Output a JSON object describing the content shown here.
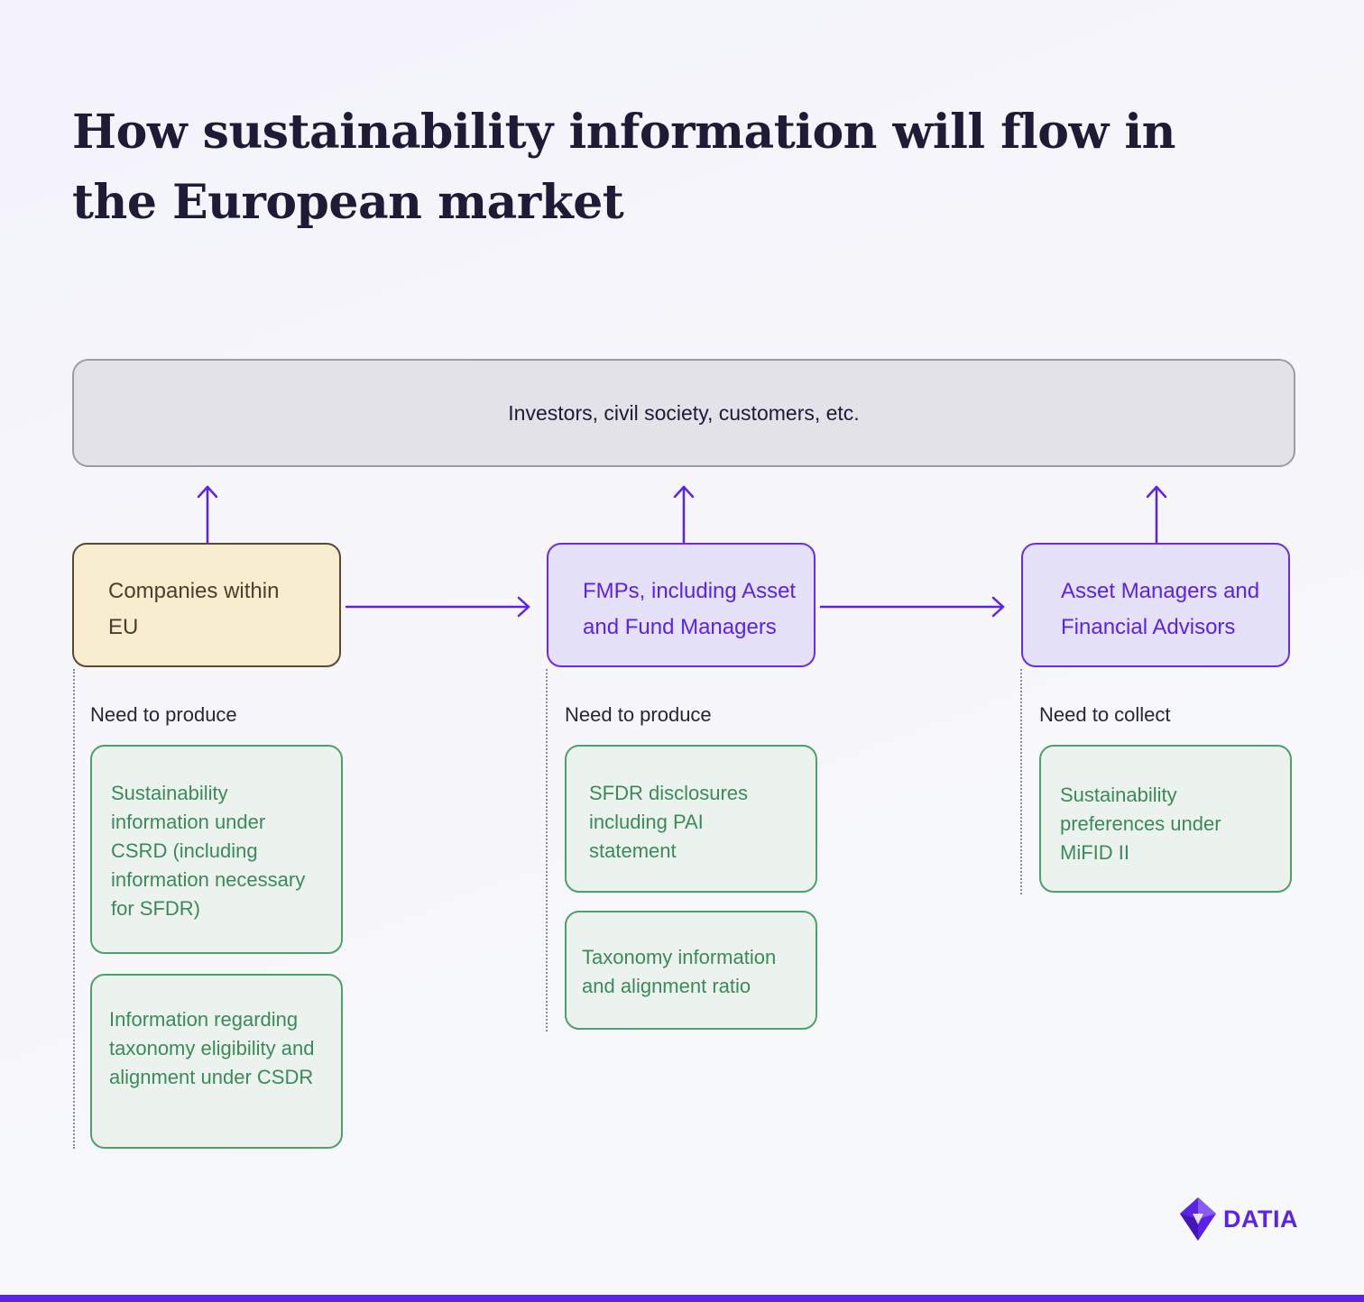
{
  "title": "How sustainability information will flow in the European market",
  "top_box": {
    "label": "Investors, civil society, customers, etc."
  },
  "columns": [
    {
      "node_label": "Companies within EU",
      "need_label": "Need to produce",
      "items": [
        "Sustainability information under CSRD (including information necessary for SFDR)",
        "Information regarding taxonomy eligibility and alignment under CSDR"
      ]
    },
    {
      "node_label": "FMPs, including Asset and Fund Managers",
      "need_label": "Need to produce",
      "items": [
        "SFDR disclosures including PAI statement",
        "Taxonomy information and alignment ratio"
      ]
    },
    {
      "node_label": "Asset Managers and Financial Advisors",
      "need_label": "Need to collect",
      "items": [
        "Sustainability preferences under MiFID II"
      ]
    }
  ],
  "brand": {
    "name": "DATIA"
  },
  "colors": {
    "accent": "#5b22e8",
    "title": "#1f1a36",
    "company_fill": "#f8edcf",
    "fmp_fill": "#e5e1f8",
    "item_border": "#4f9e6e",
    "item_fill": "#ecf3ee"
  }
}
